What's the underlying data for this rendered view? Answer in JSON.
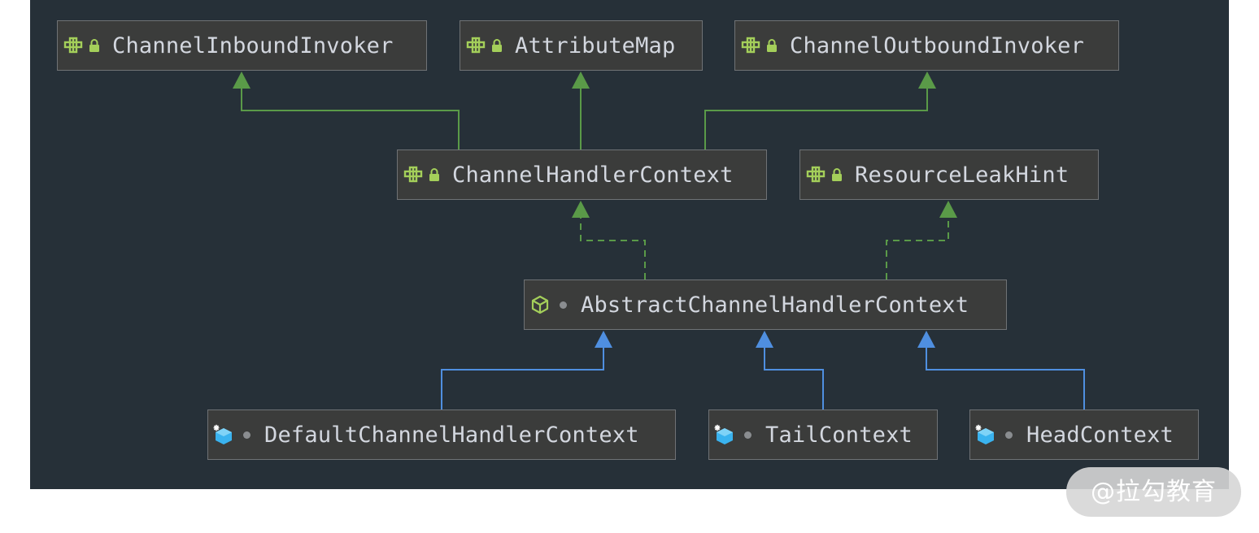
{
  "diagram": {
    "nodes": [
      {
        "id": "channel-inbound-invoker",
        "label": "ChannelInboundInvoker",
        "kind": "interface",
        "modifier": "locked"
      },
      {
        "id": "attribute-map",
        "label": "AttributeMap",
        "kind": "interface",
        "modifier": "locked"
      },
      {
        "id": "channel-outbound-invoker",
        "label": "ChannelOutboundInvoker",
        "kind": "interface",
        "modifier": "locked"
      },
      {
        "id": "channel-handler-context",
        "label": "ChannelHandlerContext",
        "kind": "interface",
        "modifier": "locked"
      },
      {
        "id": "resource-leak-hint",
        "label": "ResourceLeakHint",
        "kind": "interface",
        "modifier": "locked"
      },
      {
        "id": "abstract-channel-handler-context",
        "label": "AbstractChannelHandlerContext",
        "kind": "abstract-class",
        "modifier": "package-private"
      },
      {
        "id": "default-channel-handler-context",
        "label": "DefaultChannelHandlerContext",
        "kind": "final-class",
        "modifier": "package-private"
      },
      {
        "id": "tail-context",
        "label": "TailContext",
        "kind": "final-class",
        "modifier": "package-private"
      },
      {
        "id": "head-context",
        "label": "HeadContext",
        "kind": "final-class",
        "modifier": "package-private"
      }
    ],
    "edges": [
      {
        "from": "channel-handler-context",
        "to": "channel-inbound-invoker",
        "type": "extends"
      },
      {
        "from": "channel-handler-context",
        "to": "attribute-map",
        "type": "extends"
      },
      {
        "from": "channel-handler-context",
        "to": "channel-outbound-invoker",
        "type": "extends"
      },
      {
        "from": "abstract-channel-handler-context",
        "to": "channel-handler-context",
        "type": "implements"
      },
      {
        "from": "abstract-channel-handler-context",
        "to": "resource-leak-hint",
        "type": "implements"
      },
      {
        "from": "default-channel-handler-context",
        "to": "abstract-channel-handler-context",
        "type": "extends-class"
      },
      {
        "from": "tail-context",
        "to": "abstract-channel-handler-context",
        "type": "extends-class"
      },
      {
        "from": "head-context",
        "to": "abstract-channel-handler-context",
        "type": "extends-class"
      }
    ],
    "colors": {
      "background": "#263038",
      "node_fill": "#3b3c3b",
      "node_border": "#6f7275",
      "node_text": "#d3d7df",
      "interface_edge": "#5a9a48",
      "class_edge": "#4f8fe0",
      "interface_icon": "#a4cf5a",
      "class_icon": "#3ab3ef"
    },
    "icons": {
      "interface": "interface-icon",
      "abstract-class": "abstract-class-icon",
      "final-class": "final-class-icon",
      "locked": "lock-icon",
      "package-private": "dot-icon"
    }
  },
  "watermark": "@拉勾教育"
}
